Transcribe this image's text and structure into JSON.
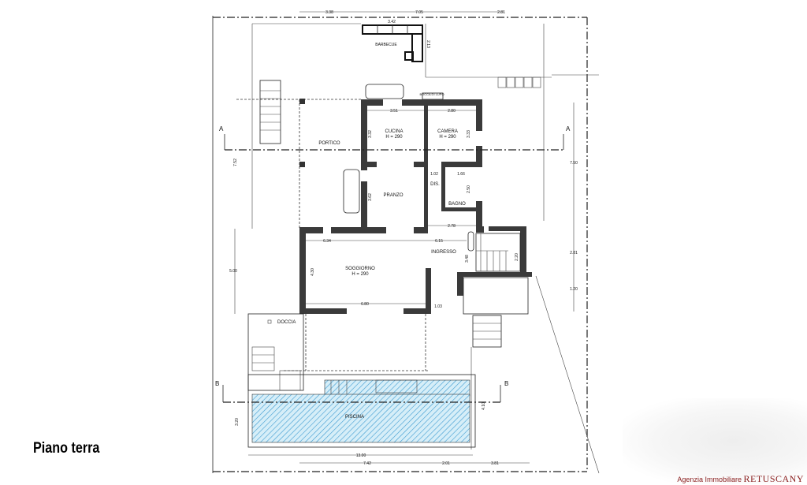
{
  "title": "Piano terra",
  "agency": {
    "prefix": "Agenzia Immobiliare",
    "brand": "RETUSCANY"
  },
  "rooms": {
    "barbecue": "BARBECUE",
    "bocca_di_lupo": "BOCCA DI LUPO",
    "portico": "PORTICO",
    "cucina": "CUCINA",
    "cucina_h": "H = 290",
    "camera": "CAMERA",
    "camera_h": "H = 290",
    "pranzo": "PRANZO",
    "dis": "DIS.",
    "bagno": "BAGNO",
    "ingresso": "INGRESSO",
    "soggiorno": "SOGGIORNO",
    "soggiorno_h": "H = 290",
    "doccia": "DOCCIA",
    "piscina": "PISCINA"
  },
  "sections": {
    "a_left": "A",
    "a_right": "A",
    "b_left": "B",
    "b_right": "B"
  },
  "dimensions": {
    "top_1": "3.38",
    "top_2": "7.05",
    "top_3": "2.81",
    "bbq_w": "3.42",
    "bbq_h": "2.13",
    "cucina_w": "3.51",
    "cucina_h": "3.32",
    "camera_w": "2.80",
    "camera_h": "3.33",
    "dis_w": "1.02",
    "bagno_w": "1.66",
    "bagno_h": "2.50",
    "pranzo_h": "3.62",
    "corr_w": "2.78",
    "sogg_w": "6.34",
    "ingr_w": "6.15",
    "sogg_h": "4.30",
    "sogg_b": "6.80",
    "ingr_h": "3.48",
    "stair_h": "2.20",
    "door": "1.03",
    "left_1": "7.52",
    "left_2": "5.00",
    "left_3": "3.20",
    "right_1": "7.50",
    "right_2": "2.81",
    "right_3": "1.20",
    "right_4": "4.10",
    "pool_w": "13.00",
    "bot_1": "7.42",
    "bot_2": "2.01",
    "bot_3": "3.81"
  },
  "colors": {
    "wall": "#3a3a3a",
    "pool_fill": "#d6eef8",
    "pool_hatch": "#3d9bd1",
    "brand": "#8b2020"
  }
}
